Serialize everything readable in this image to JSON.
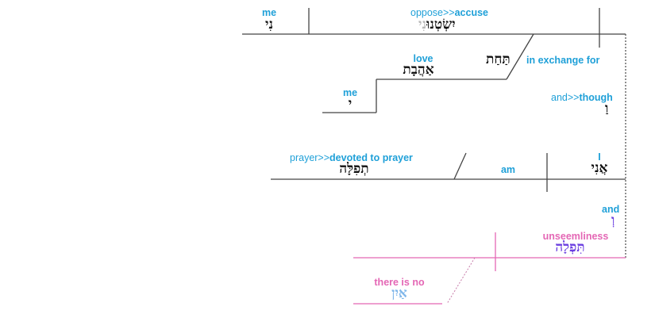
{
  "diagram": {
    "type": "sentence-diagram",
    "colors": {
      "gloss": "#1fa0d8",
      "line": "#444444",
      "pink": "#e467b5",
      "purple": "#6b3fe0",
      "light_blue": "#7fb6ea",
      "hebrew": "#111111"
    },
    "clause1": {
      "subject": {
        "gloss": "me",
        "hebrew": "נִי"
      },
      "verb": {
        "gloss_pre": "oppose>>",
        "gloss": "accuse",
        "hebrew_main": "יִשְׂטְנוּ",
        "hebrew_suffix": "נִי"
      },
      "preposition": {
        "gloss": "in exchange for",
        "hebrew": "תַּחַת"
      },
      "object": {
        "gloss": "love",
        "hebrew": "אַהֲבָת"
      },
      "possessor": {
        "gloss": "me",
        "hebrew": "י"
      }
    },
    "conjunction1": {
      "gloss_pre": "and>>",
      "gloss": "though",
      "hebrew": "וַ"
    },
    "clause2": {
      "subject": {
        "gloss": "I",
        "hebrew": "אֲנִי"
      },
      "verb": {
        "gloss": "am"
      },
      "predicate": {
        "gloss_pre": "prayer>>",
        "gloss": "devoted to prayer",
        "hebrew": "תְפִלָּה"
      }
    },
    "conjunction2": {
      "gloss": "and",
      "hebrew": "וְ"
    },
    "clause3": {
      "subject": {
        "gloss": "unseemliness",
        "hebrew": "תִּפְלָה"
      },
      "negation": {
        "gloss": "there is no",
        "hebrew": "אַיִן"
      }
    }
  }
}
